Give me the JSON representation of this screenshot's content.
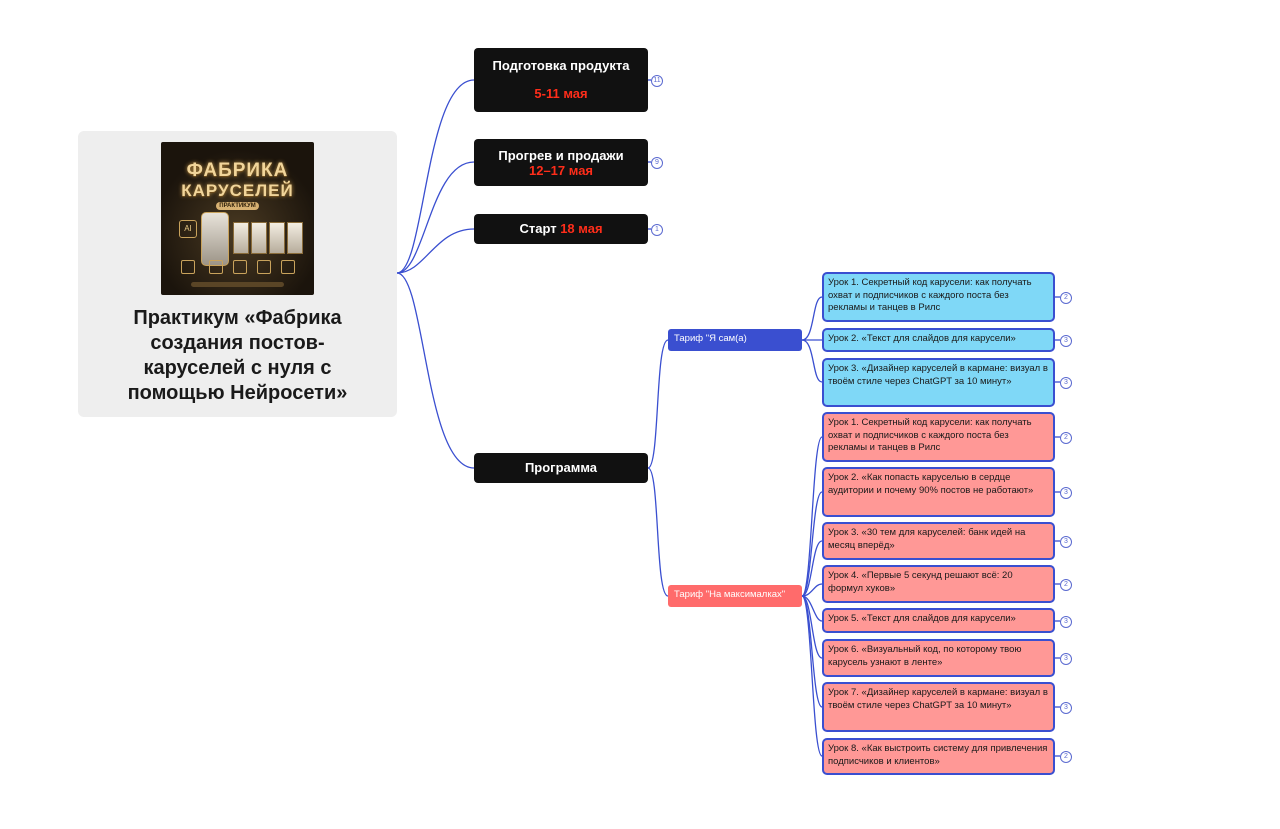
{
  "root": {
    "title": "Практикум «Фабрика создания постов-каруселей с нуля с помощью Нейросети»",
    "cover": {
      "line1": "ФАБРИКА",
      "line2": "КАРУСЕЛЕЙ",
      "tag": "ПРАКТИКУМ",
      "ai_label": "AI"
    }
  },
  "branches": [
    {
      "title": "Подготовка продукта",
      "date": "5-11 мая",
      "badge": "11"
    },
    {
      "title": "Прогрев и продажи",
      "date": "12–17 мая",
      "badge": "9"
    },
    {
      "title": "Старт",
      "date": "18 мая",
      "badge": "1"
    },
    {
      "title": "Программа"
    }
  ],
  "tariffs": [
    {
      "label": "Тариф \"Я сам(а)",
      "color": "#3a4fd0"
    },
    {
      "label": "Тариф \"На максималках\"",
      "color": "#ff6b6b"
    }
  ],
  "lessons_self": [
    {
      "text": "Урок 1. Секретный код карусели: как получать охват и подписчиков с каждого поста без рекламы и танцев в Рилс",
      "badge": "2"
    },
    {
      "text": "Урок 2. «Текст для слайдов для карусели»",
      "badge": "3"
    },
    {
      "text": "Урок 3. «Дизайнер каруселей в кармане: визуал в твоём стиле через ChatGPT за 10 минут»",
      "badge": "3"
    }
  ],
  "lessons_max": [
    {
      "text": "Урок 1. Секретный код карусели: как получать охват и подписчиков с каждого поста без рекламы и танцев в Рилс",
      "badge": "2"
    },
    {
      "text": "Урок 2. «Как попасть каруселью в сердце аудитории и почему 90% постов не работают»",
      "badge": "3"
    },
    {
      "text": "Урок 3. «30 тем для каруселей: банк идей на месяц вперёд»",
      "badge": "3"
    },
    {
      "text": "Урок 4. «Первые 5 секунд решают всё: 20 формул хуков»",
      "badge": "2"
    },
    {
      "text": "Урок 5. «Текст для слайдов для карусели»",
      "badge": "3"
    },
    {
      "text": "Урок 6. «Визуальный код, по которому твою карусель узнают в ленте»",
      "badge": "3"
    },
    {
      "text": "Урок 7. «Дизайнер каруселей в кармане: визуал в твоём стиле через ChatGPT за 10 минут»",
      "badge": "3"
    },
    {
      "text": "Урок 8. «Как выстроить систему для привлечения подписчиков и клиентов»",
      "badge": "2"
    }
  ],
  "colors": {
    "connector": "#3a4fd0",
    "lesson_blue": "#7fd8f7",
    "lesson_pink": "#ff9896",
    "date_red": "#ff2d1a"
  }
}
